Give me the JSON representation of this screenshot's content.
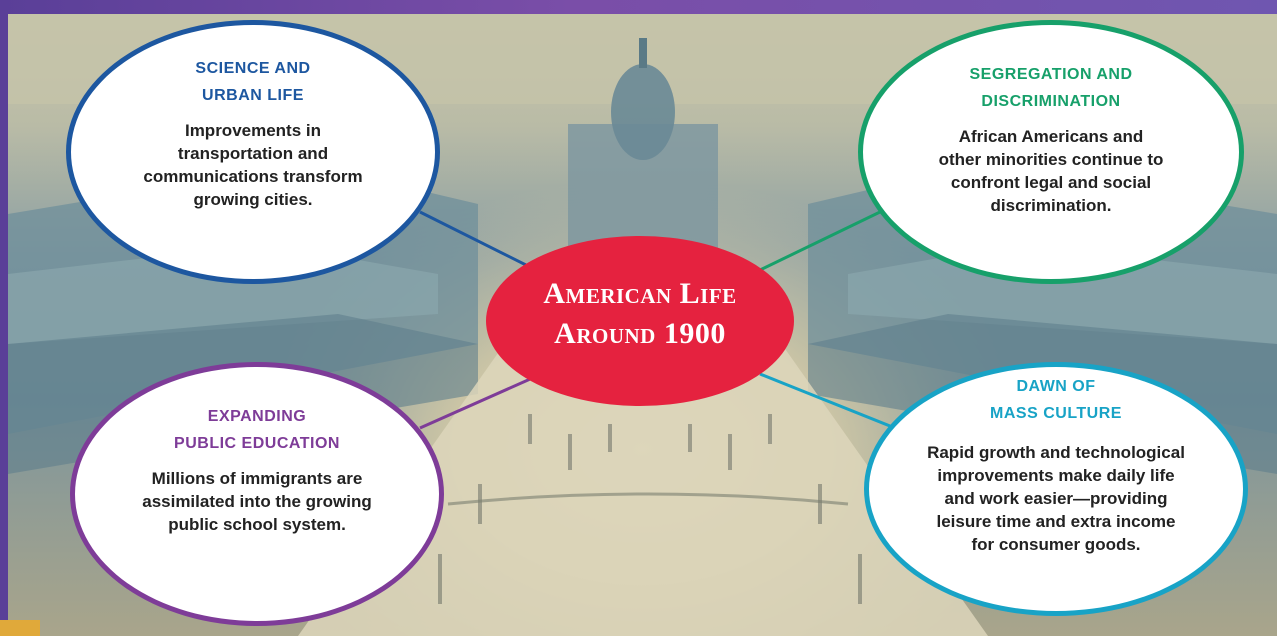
{
  "center": {
    "line1": "American Life",
    "line2": "Around 1900",
    "color": "#e5223f"
  },
  "bubbles": [
    {
      "id": "science",
      "heading_line1": "SCIENCE AND",
      "heading_line2": "URBAN LIFE",
      "body": [
        "Improvements in",
        "transportation and",
        "communications transform",
        "growing cities."
      ],
      "color": "#1d57a0"
    },
    {
      "id": "segregation",
      "heading_line1": "SEGREGATION AND",
      "heading_line2": "DISCRIMINATION",
      "body": [
        "African Americans and",
        "other minorities continue to",
        "confront legal and social",
        "discrimination."
      ],
      "color": "#17a06a"
    },
    {
      "id": "education",
      "heading_line1": "EXPANDING",
      "heading_line2": "PUBLIC EDUCATION",
      "body": [
        "Millions of immigrants are",
        "assimilated into the growing",
        "public school system."
      ],
      "color": "#7e3c98"
    },
    {
      "id": "mass-culture",
      "heading_line1": "DAWN OF",
      "heading_line2": "MASS CULTURE",
      "body": [
        "Rapid growth and technological",
        "improvements make daily life",
        "and work easier—providing",
        "leisure time and extra income",
        "for consumer goods."
      ],
      "color": "#18a3c6"
    }
  ]
}
